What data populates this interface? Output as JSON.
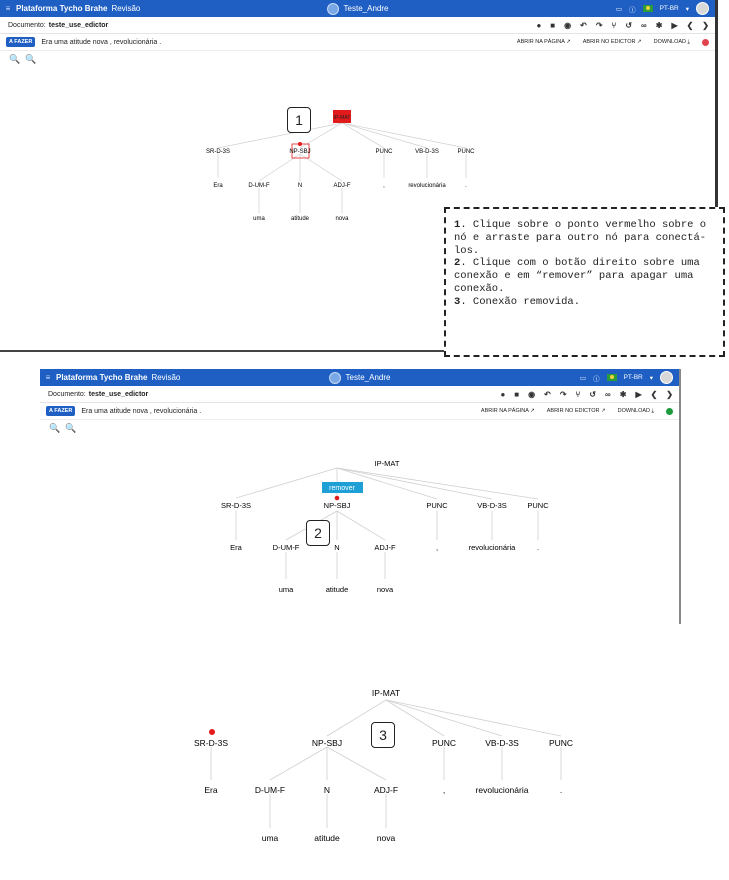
{
  "app": {
    "menu_icon": "≡",
    "brand": "Plataforma Tycho Brahe",
    "mode": "Revisão",
    "project": "Teste_Andre",
    "lang": "PT-BR"
  },
  "doc": {
    "label": "Documento:",
    "name": "teste_use_edictor"
  },
  "toolbar_icons": [
    "chat-icon",
    "save-icon",
    "eye-icon",
    "undo-icon",
    "redo-icon",
    "split-icon",
    "history-icon",
    "link-icon",
    "bug-icon",
    "play-icon",
    "prev-icon",
    "next-icon"
  ],
  "sentence": {
    "status": "A FAZER",
    "text": "Era uma atitude nova , revolucionária .",
    "open_page": "ABRIR NA PÁGINA",
    "open_editor": "ABRIR NO EDICTOR",
    "download": "DOWNLOAD"
  },
  "zoom": {
    "out": "−",
    "in": "+"
  },
  "colors": {
    "brand": "#1f5fc4",
    "red": "#e11b1b",
    "green": "#1d9a3b",
    "remove_btn": "#1e9fd6"
  },
  "tree": {
    "root": "IP-MAT",
    "n1": "SR-D-3S",
    "n2": "NP-SBJ",
    "n3": "PUNC",
    "n4": "VB-D-3S",
    "n5": "PUNC",
    "w1": "Era",
    "d1": "D-UM-F",
    "d2": "N",
    "d3": "ADJ-F",
    "w3": ",",
    "w4": "revolucionária",
    "w5": ".",
    "l1": "uma",
    "l2": "atitude",
    "l3": "nova"
  },
  "remove_label": "remover",
  "steps": [
    "1",
    "2",
    "3"
  ],
  "callout": {
    "s1_num": "1",
    "s1_text": ". Clique sobre o ponto vermelho sobre o nó e arraste para outro nó para conectá-los.",
    "s2_num": "2",
    "s2_text": ". Clique com o botão direito sobre uma conexão e em “remover” para apagar uma conexão.",
    "s3_num": "3",
    "s3_text": ". Conexão removida."
  }
}
